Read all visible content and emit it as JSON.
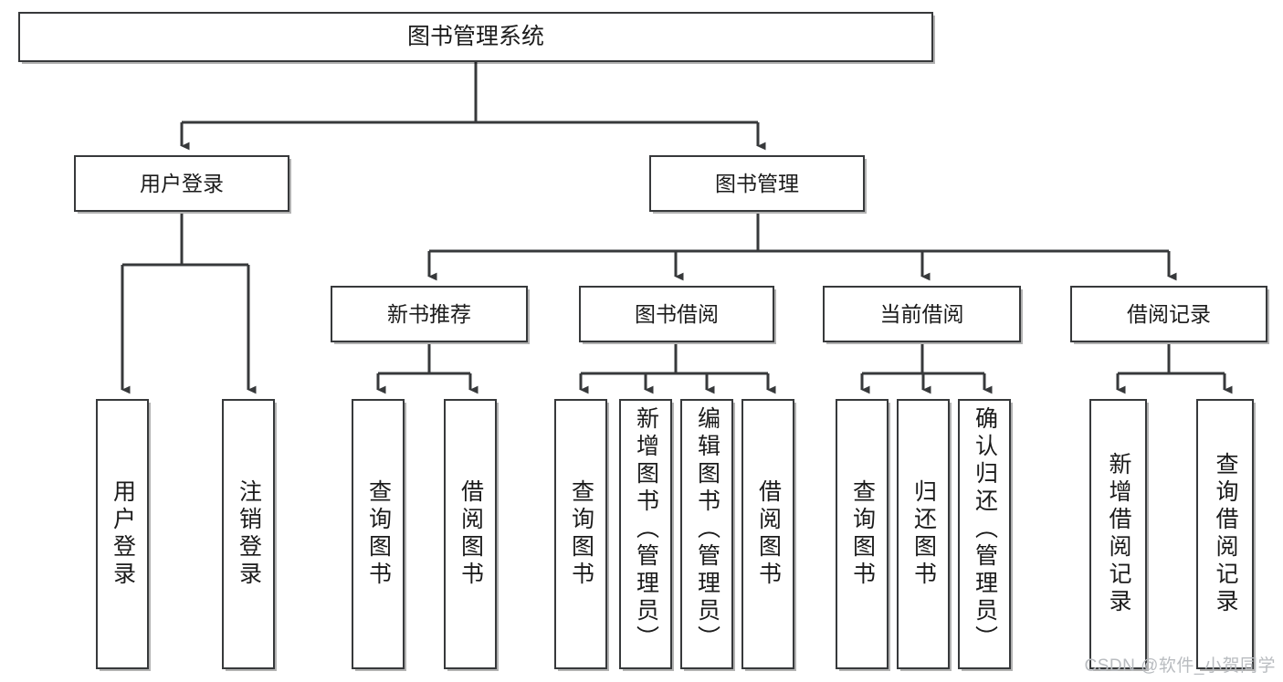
{
  "diagram": {
    "title": "图书管理系统",
    "type": "tree",
    "root": {
      "label": "图书管理系统"
    },
    "level2": [
      {
        "label": "用户登录"
      },
      {
        "label": "图书管理"
      }
    ],
    "level3": [
      {
        "label": "新书推荐"
      },
      {
        "label": "图书借阅"
      },
      {
        "label": "当前借阅"
      },
      {
        "label": "借阅记录"
      }
    ],
    "leaves": {
      "user_login": [
        {
          "label": "用户登录"
        },
        {
          "label": "注销登录"
        }
      ],
      "new_book_recommend": [
        {
          "label": "查询图书"
        },
        {
          "label": "借阅图书"
        }
      ],
      "book_borrow": [
        {
          "label": "查询图书"
        },
        {
          "label": "新增图书（管理员）"
        },
        {
          "label": "编辑图书（管理员）"
        },
        {
          "label": "借阅图书"
        }
      ],
      "current_borrow": [
        {
          "label": "查询图书"
        },
        {
          "label": "归还图书"
        },
        {
          "label": "确认归还（管理员）"
        }
      ],
      "borrow_record": [
        {
          "label": "新增借阅记录"
        },
        {
          "label": "查询借阅记录"
        }
      ]
    },
    "watermark": "CSDN @软件_小贺同学",
    "colors": {
      "stroke": "#37393b",
      "text": "#1b1b1b",
      "background": "#ffffff",
      "watermark": "#b9bcc0"
    }
  }
}
